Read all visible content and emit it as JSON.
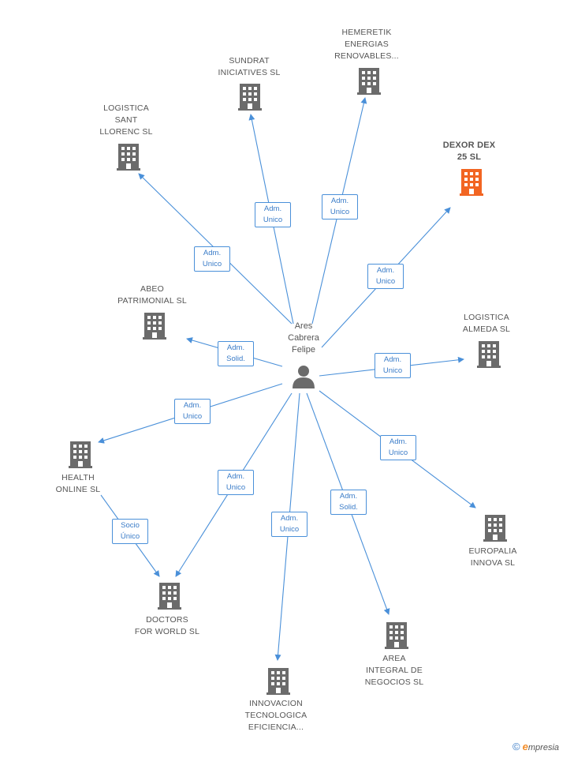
{
  "colors": {
    "edge": "#4a90d9",
    "building": "#6b6b6b",
    "highlight": "#f26522",
    "text": "#555555"
  },
  "center": {
    "name_lines": [
      "Ares",
      "Cabrera",
      "Felipe"
    ],
    "icon": "person-icon"
  },
  "nodes": [
    {
      "id": "sundrat",
      "lines": [
        "SUNDRAT",
        "INICIATIVES SL"
      ],
      "highlight": false
    },
    {
      "id": "hemeretik",
      "lines": [
        "HEMERETIK",
        "ENERGIAS",
        "RENOVABLES..."
      ],
      "highlight": false
    },
    {
      "id": "logistica-sant",
      "lines": [
        "LOGISTICA",
        "SANT",
        "LLORENC SL"
      ],
      "highlight": false
    },
    {
      "id": "dexor",
      "lines": [
        "DEXOR DEX",
        "25 SL"
      ],
      "highlight": true
    },
    {
      "id": "abeo",
      "lines": [
        "ABEO",
        "PATRIMONIAL SL"
      ],
      "highlight": false
    },
    {
      "id": "logistica-almeda",
      "lines": [
        "LOGISTICA",
        "ALMEDA SL"
      ],
      "highlight": false
    },
    {
      "id": "health",
      "lines": [
        "HEALTH",
        "ONLINE SL"
      ],
      "highlight": false
    },
    {
      "id": "europalia",
      "lines": [
        "EUROPALIA",
        "INNOVA SL"
      ],
      "highlight": false
    },
    {
      "id": "doctors",
      "lines": [
        "DOCTORS",
        "FOR WORLD SL"
      ],
      "highlight": false
    },
    {
      "id": "area",
      "lines": [
        "AREA",
        "INTEGRAL DE",
        "NEGOCIOS SL"
      ],
      "highlight": false
    },
    {
      "id": "innovacion",
      "lines": [
        "INNOVACION",
        "TECNOLOGICA",
        "EFICIENCIA..."
      ],
      "highlight": false
    }
  ],
  "edges": [
    {
      "to": "logistica-sant",
      "lines": [
        "Adm.",
        "Unico"
      ]
    },
    {
      "to": "sundrat",
      "lines": [
        "Adm.",
        "Unico"
      ]
    },
    {
      "to": "hemeretik",
      "lines": [
        "Adm.",
        "Unico"
      ]
    },
    {
      "to": "dexor",
      "lines": [
        "Adm.",
        "Unico"
      ]
    },
    {
      "to": "abeo",
      "lines": [
        "Adm.",
        "Solid."
      ]
    },
    {
      "to": "logistica-almeda",
      "lines": [
        "Adm.",
        "Unico"
      ]
    },
    {
      "to": "health",
      "lines": [
        "Adm.",
        "Unico"
      ]
    },
    {
      "to": "europalia",
      "lines": [
        "Adm.",
        "Unico"
      ]
    },
    {
      "to": "doctors",
      "lines": [
        "Adm.",
        "Unico"
      ]
    },
    {
      "to": "innovacion",
      "lines": [
        "Adm.",
        "Unico"
      ]
    },
    {
      "to": "area",
      "lines": [
        "Adm.",
        "Solid."
      ]
    },
    {
      "from": "health",
      "to": "doctors",
      "lines": [
        "Socio",
        "Único"
      ]
    }
  ],
  "footer": {
    "copyright": "©",
    "brand_initial": "e",
    "brand_rest": "mpresia"
  }
}
